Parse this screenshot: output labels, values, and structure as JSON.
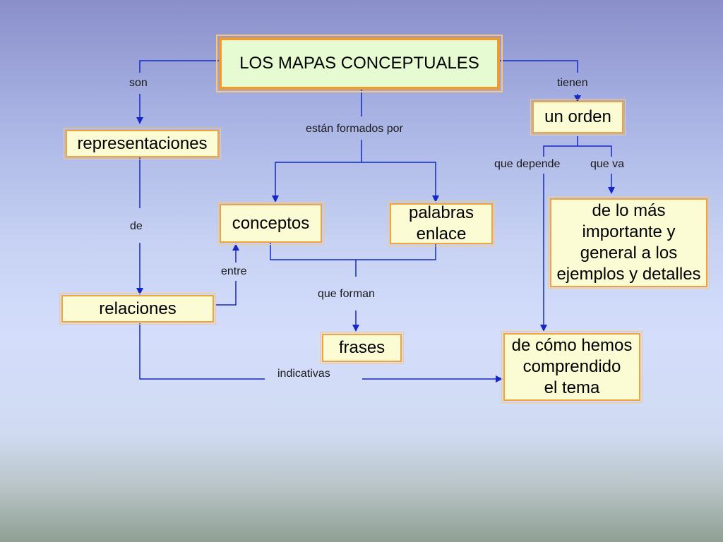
{
  "nodes": {
    "title": "LOS MAPAS CONCEPTUALES",
    "representaciones": "representaciones",
    "relaciones": "relaciones",
    "conceptos": "conceptos",
    "palabras_enlace": "palabras\nenlace",
    "frases": "frases",
    "un_orden": "un orden",
    "de_lo_mas": "de lo más\nimportante y\ngeneral a los\nejemplos y detalles",
    "de_como": "de cómo hemos\ncomprendido\nel tema"
  },
  "links": {
    "son": "son",
    "tienen": "tienen",
    "estan_formados_por": "están formados por",
    "de": "de",
    "entre": "entre",
    "que_forman": "que forman",
    "indicativas": "indicativas",
    "que_depende": "que depende",
    "que_va": "que va"
  },
  "colors": {
    "line": "#1428c8",
    "node_border": "#f2a33c",
    "node_fill": "#fbfbd4",
    "title_fill": "#e6fbd2"
  }
}
